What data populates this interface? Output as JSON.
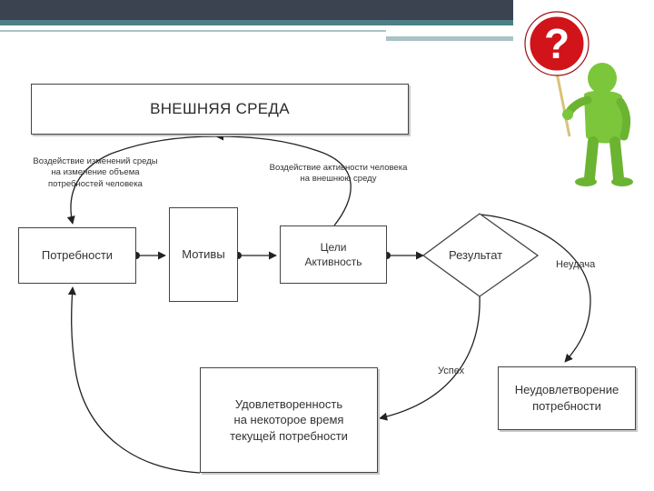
{
  "environment_box": {
    "label": "ВНЕШНЯЯ СРЕДА"
  },
  "notes": {
    "env_to_needs": "Воздействие изменений среды\nна изменение объема\nпотребностей человека",
    "activity_to_env": "Воздействие активности человека\nна внешнюю среду"
  },
  "nodes": {
    "needs": "Потребности",
    "motives": "Мотивы",
    "goals_activity": "Цели\nАктивность",
    "result": "Результат",
    "satisfaction": "Удовлетворенность\nна некоторое время\nтекущей потребности",
    "dissatisfaction": "Неудовлетворение\nпотребности"
  },
  "edge_labels": {
    "failure": "Неудача",
    "success": "Успех"
  },
  "mascot": {
    "sign_symbol": "?"
  },
  "colors": {
    "header_dark": "#3b4250",
    "header_teal": "#4d7f86",
    "sign_red": "#d0141a",
    "figure_green": "#7cc63c"
  }
}
